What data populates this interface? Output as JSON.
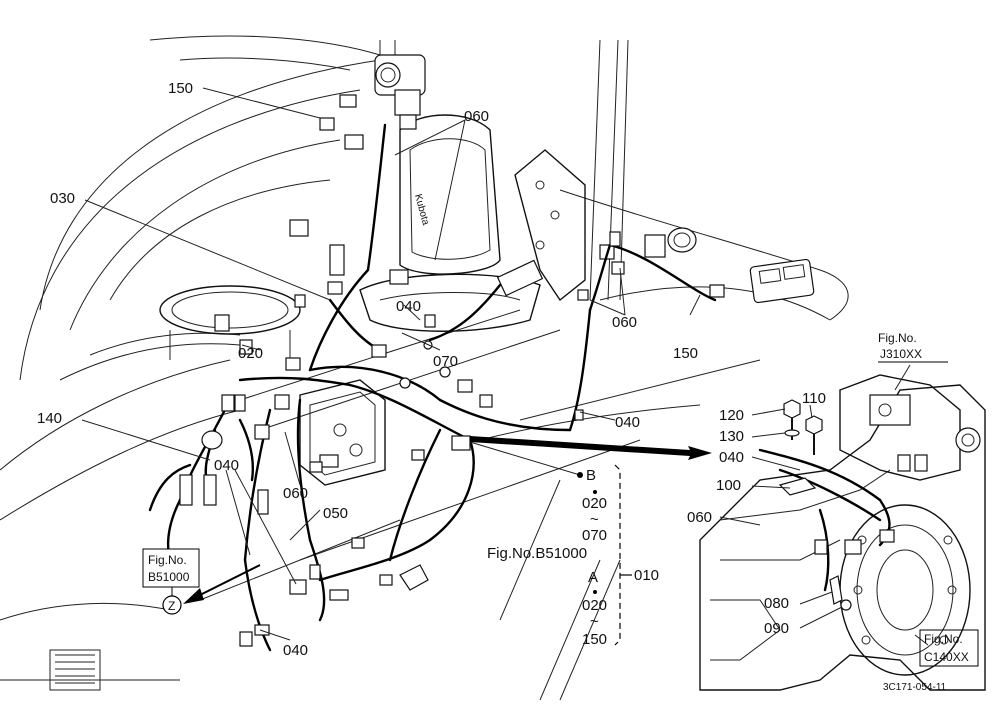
{
  "callouts": {
    "c150_top": "150",
    "c060_top": "060",
    "c030": "030",
    "c040_mid": "040",
    "c070_mid": "070",
    "c060_right": "060",
    "c150_right": "150",
    "c020": "020",
    "c040_right": "040",
    "c140": "140",
    "c040_left": "040",
    "c060_bottom": "060",
    "c050": "050",
    "c040_bottom": "040",
    "c010": "010"
  },
  "range_list": {
    "b_label": "B",
    "b_start": "020",
    "b_tilde": "~",
    "b_end": "070",
    "fig_ref": "Fig.No.B51000",
    "a_label": "A",
    "a_start": "020",
    "a_tilde": "~",
    "a_end": "150"
  },
  "fig_refs": {
    "left_line1": "Fig.No.",
    "left_line2": "B51000",
    "z_label": "Z",
    "top_right_line1": "Fig.No.",
    "top_right_line2": "J310XX",
    "bottom_right_line1": "Fig.No.",
    "bottom_right_line2": "C140XX"
  },
  "detail_callouts": {
    "d120": "120",
    "d110": "110",
    "d130": "130",
    "d040": "040",
    "d100": "100",
    "d060": "060",
    "d080": "080",
    "d090": "090"
  },
  "drawing_code": "3C171-054-11",
  "seat_brand": "Kubota"
}
